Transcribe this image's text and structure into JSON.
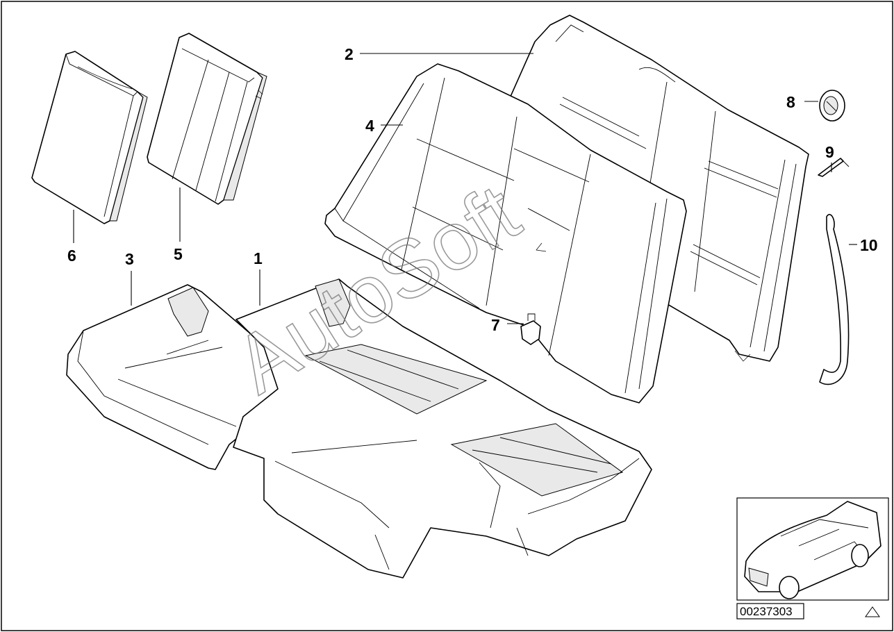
{
  "diagram": {
    "callouts": [
      {
        "id": "1",
        "label": "1"
      },
      {
        "id": "2",
        "label": "2"
      },
      {
        "id": "3",
        "label": "3"
      },
      {
        "id": "4",
        "label": "4"
      },
      {
        "id": "5",
        "label": "5"
      },
      {
        "id": "6",
        "label": "6"
      },
      {
        "id": "7",
        "label": "7"
      },
      {
        "id": "8",
        "label": "8"
      },
      {
        "id": "9",
        "label": "9"
      },
      {
        "id": "10",
        "label": "10"
      }
    ],
    "watermark": "AutoSoft",
    "diagram_number": "00237303",
    "warning_symbol": "triangle-icon"
  }
}
